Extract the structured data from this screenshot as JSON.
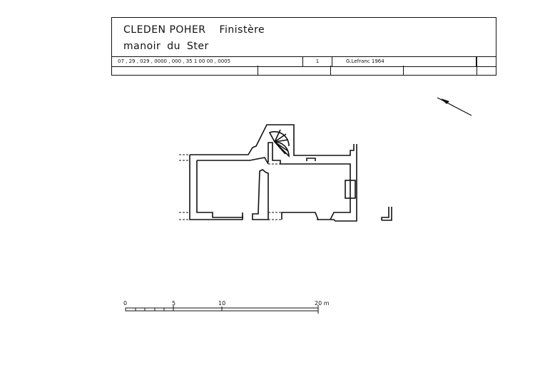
{
  "cartouche": {
    "commune": "CLEDEN POHER",
    "department": "Finistère",
    "edifice": "manoir du Ster",
    "code": "07 , 29 , 029 , 0000 , 000 , 35 1 00 00 , 0005",
    "sheet": "1",
    "author": "G.Lefranc 1964"
  },
  "scale_bar": {
    "labels": [
      "0",
      "5",
      "10",
      "20 m"
    ]
  },
  "north_arrow": "north-arrow-icon"
}
